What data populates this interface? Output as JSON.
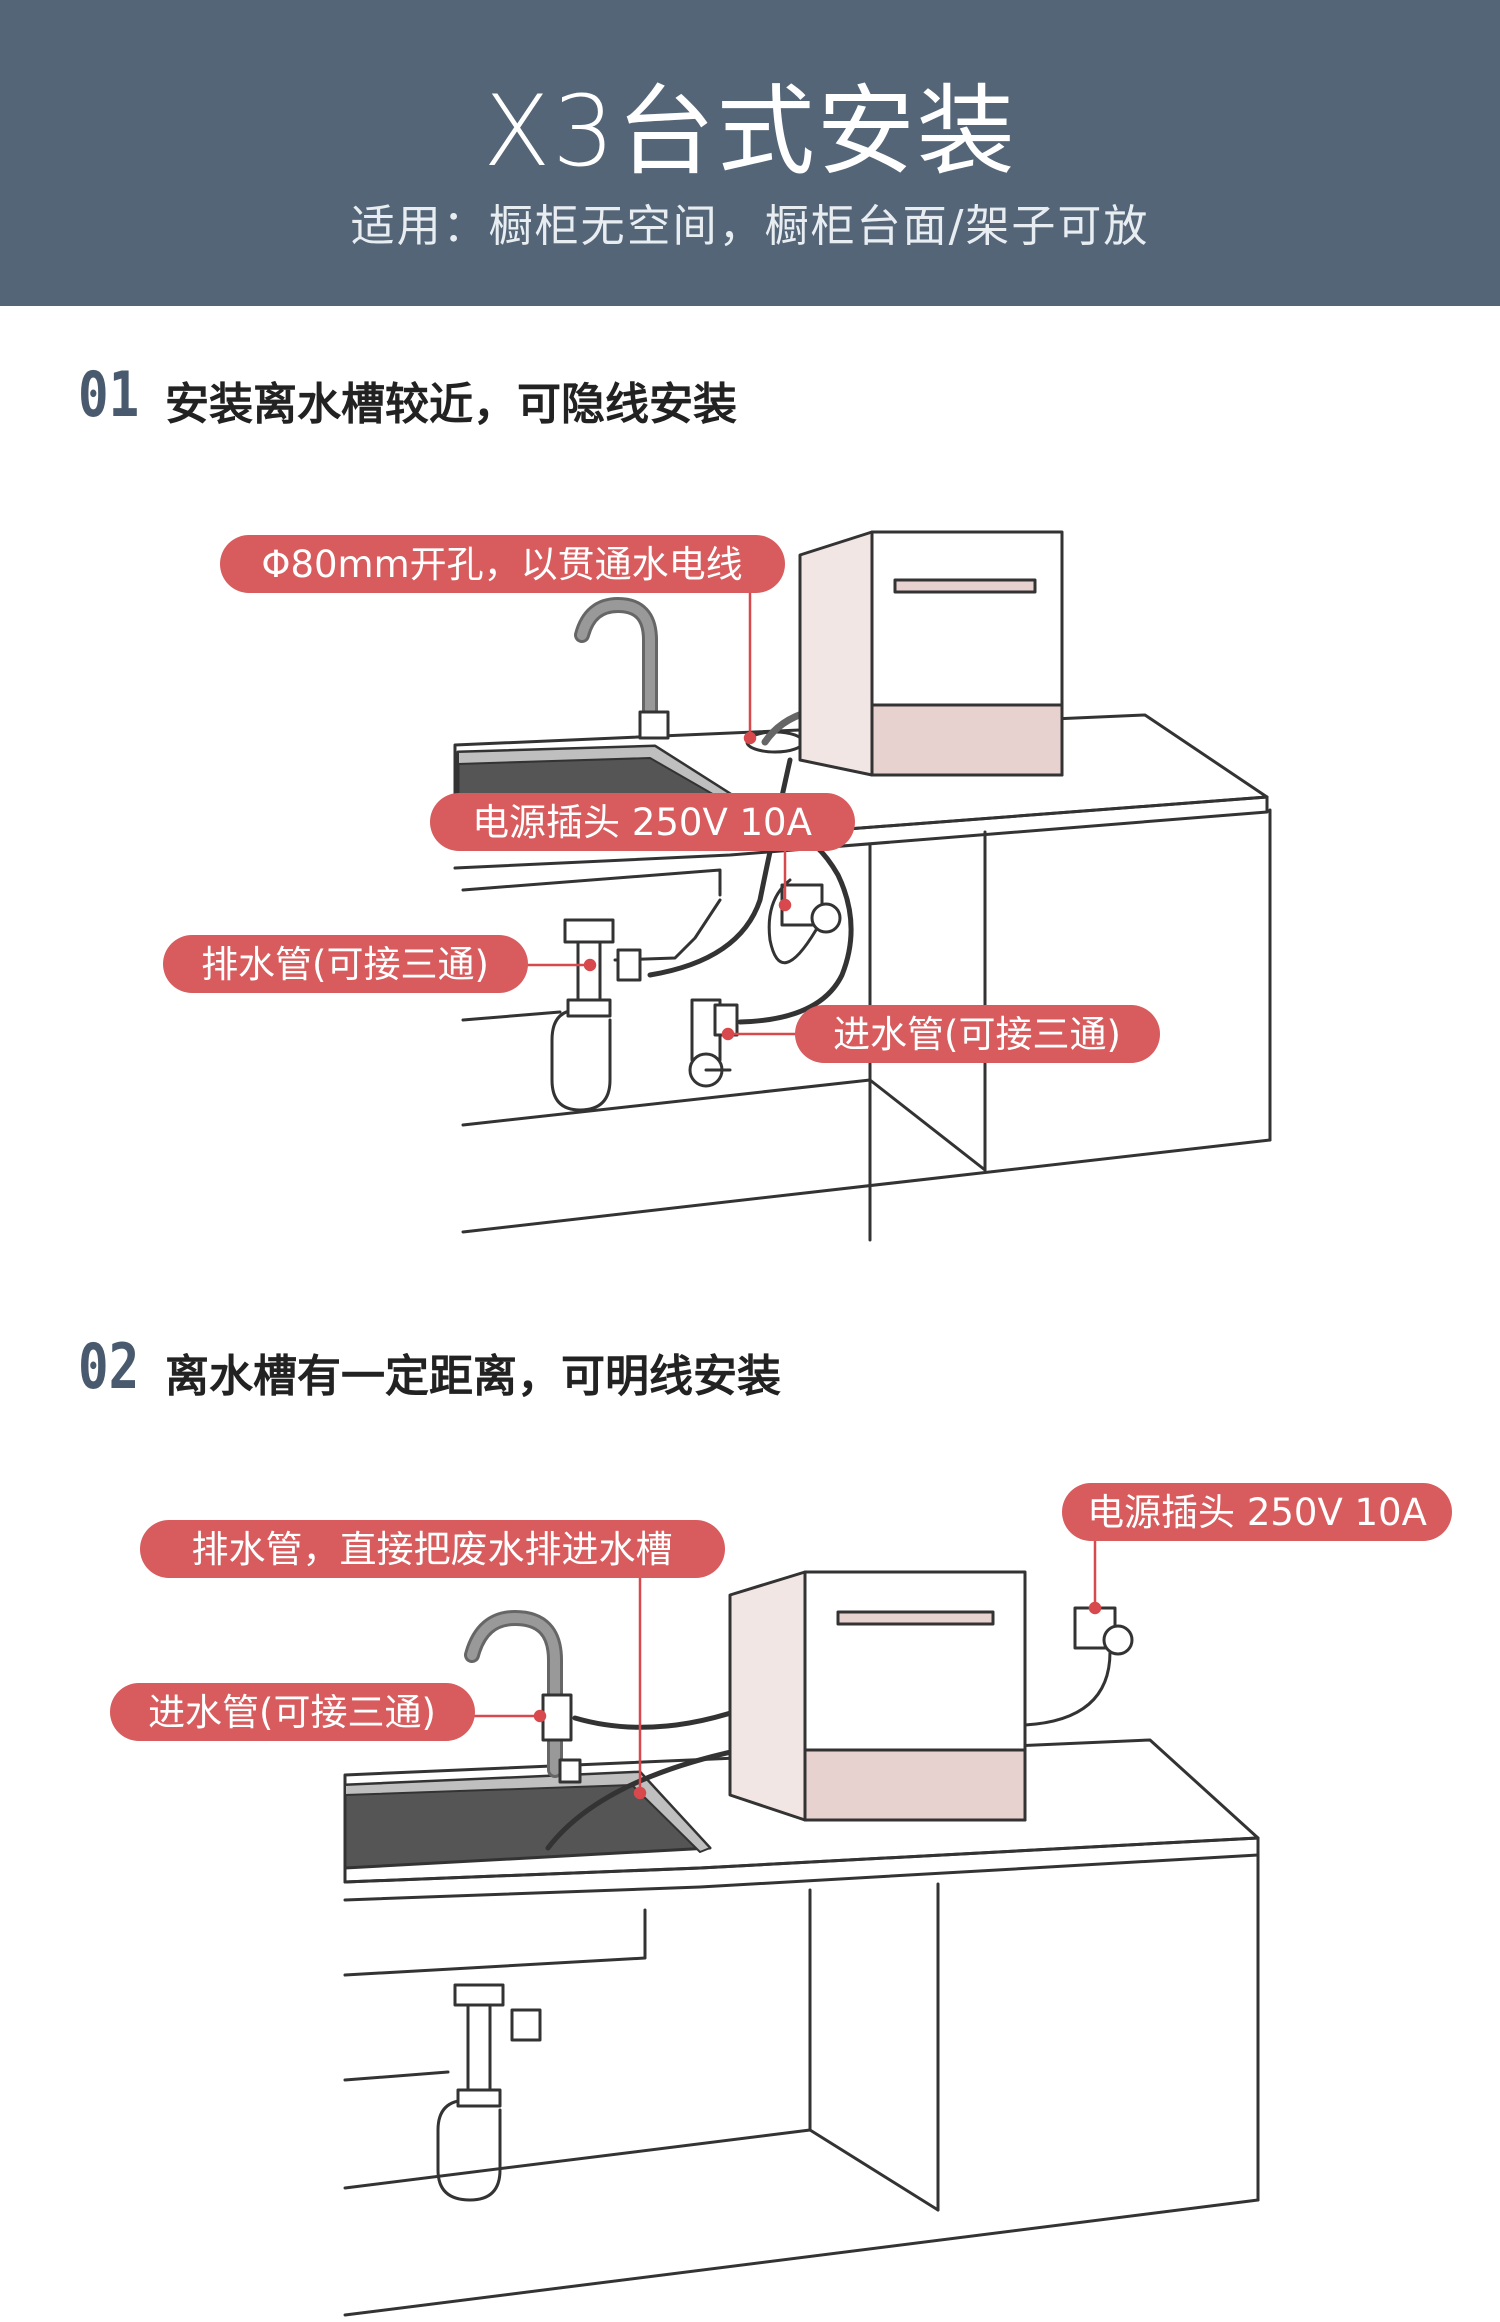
{
  "header": {
    "title": "X3台式安装",
    "subtitle": "适用：橱柜无空间，橱柜台面/架子可放"
  },
  "section1": {
    "number": "01",
    "title": "安装离水槽较近，可隐线安装",
    "labels": {
      "hole": "Φ80mm开孔，以贯通水电线",
      "plug": "电源插头 250V 10A",
      "drain": "排水管(可接三通)",
      "inlet": "进水管(可接三通)"
    }
  },
  "section2": {
    "number": "02",
    "title": "离水槽有一定距离，可明线安装",
    "labels": {
      "drain": "排水管，直接把废水排进水槽",
      "plug": "电源插头 250V 10A",
      "inlet": "进水管(可接三通)"
    }
  },
  "colors": {
    "header_bg": "#546577",
    "label_bg": "#d85c5e",
    "accent_red": "#d8494d",
    "line": "#333333",
    "panel_pink": "#e8d2d0"
  }
}
